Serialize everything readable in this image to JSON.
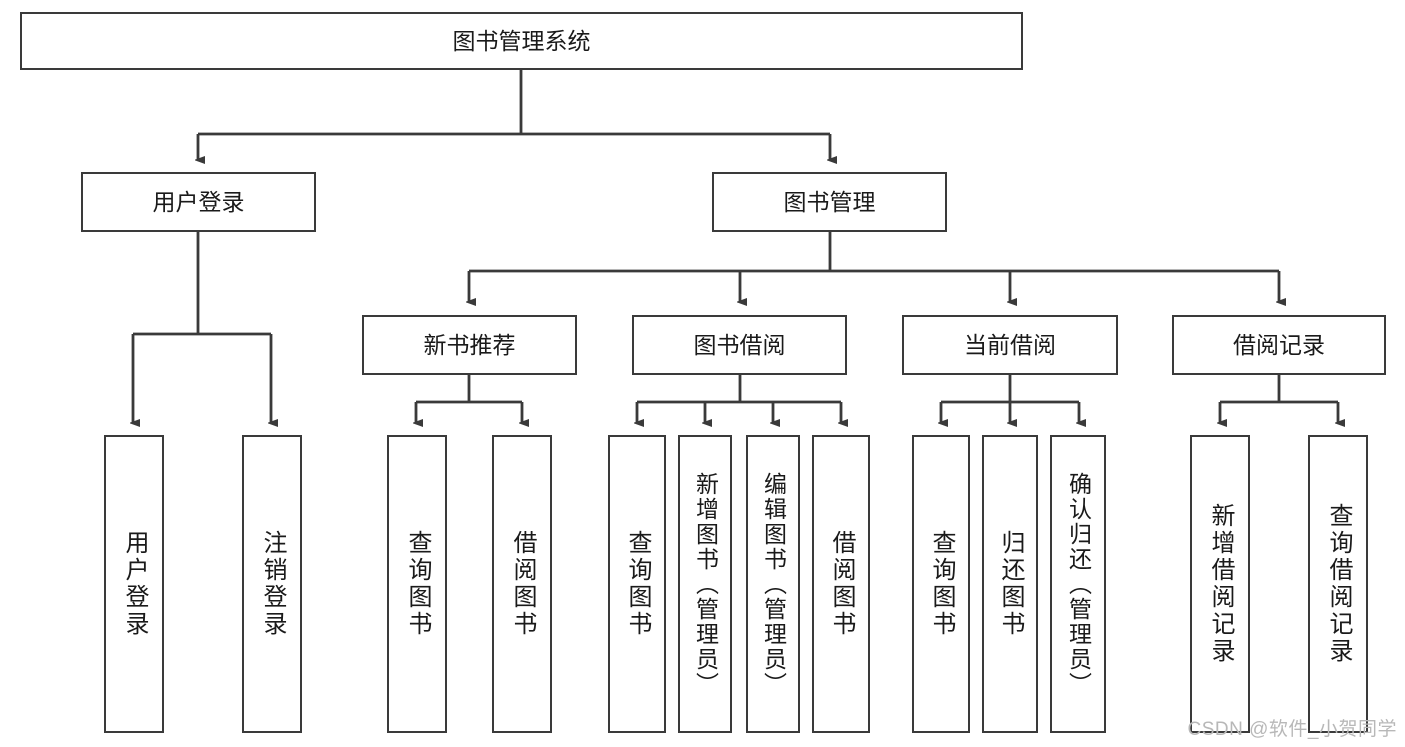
{
  "diagram": {
    "title": "图书管理系统",
    "root": {
      "id": "root",
      "label": "图书管理系统"
    },
    "level2": [
      {
        "id": "user-login",
        "label": "用户登录"
      },
      {
        "id": "book-management",
        "label": "图书管理"
      }
    ],
    "level3": [
      {
        "id": "new-book-recommend",
        "label": "新书推荐"
      },
      {
        "id": "book-borrow",
        "label": "图书借阅"
      },
      {
        "id": "current-borrow",
        "label": "当前借阅"
      },
      {
        "id": "borrow-record",
        "label": "借阅记录"
      }
    ],
    "leaves": [
      {
        "id": "leaf-user-login",
        "label": "用户登录",
        "parent": "user-login"
      },
      {
        "id": "leaf-user-logout",
        "label": "注销登录",
        "parent": "user-login"
      },
      {
        "id": "leaf-query-book-1",
        "label": "查询图书",
        "parent": "new-book-recommend"
      },
      {
        "id": "leaf-borrow-book-1",
        "label": "借阅图书",
        "parent": "new-book-recommend"
      },
      {
        "id": "leaf-query-book-2",
        "label": "查询图书",
        "parent": "book-borrow"
      },
      {
        "id": "leaf-add-book",
        "label": "新增图书（管理员）",
        "parent": "book-borrow"
      },
      {
        "id": "leaf-edit-book",
        "label": "编辑图书（管理员）",
        "parent": "book-borrow"
      },
      {
        "id": "leaf-borrow-book-2",
        "label": "借阅图书",
        "parent": "book-borrow"
      },
      {
        "id": "leaf-query-book-3",
        "label": "查询图书",
        "parent": "current-borrow"
      },
      {
        "id": "leaf-return-book",
        "label": "归还图书",
        "parent": "current-borrow"
      },
      {
        "id": "leaf-confirm-return",
        "label": "确认归还（管理员）",
        "parent": "current-borrow"
      },
      {
        "id": "leaf-add-record",
        "label": "新增借阅记录",
        "parent": "borrow-record"
      },
      {
        "id": "leaf-query-record",
        "label": "查询借阅记录",
        "parent": "borrow-record"
      }
    ],
    "colors": {
      "stroke": "#3a3a3a",
      "text": "#1a1a1a",
      "background": "#ffffff",
      "watermark": "#b8b8b8"
    }
  },
  "watermark": {
    "text": "CSDN @软件_小贺同学"
  }
}
